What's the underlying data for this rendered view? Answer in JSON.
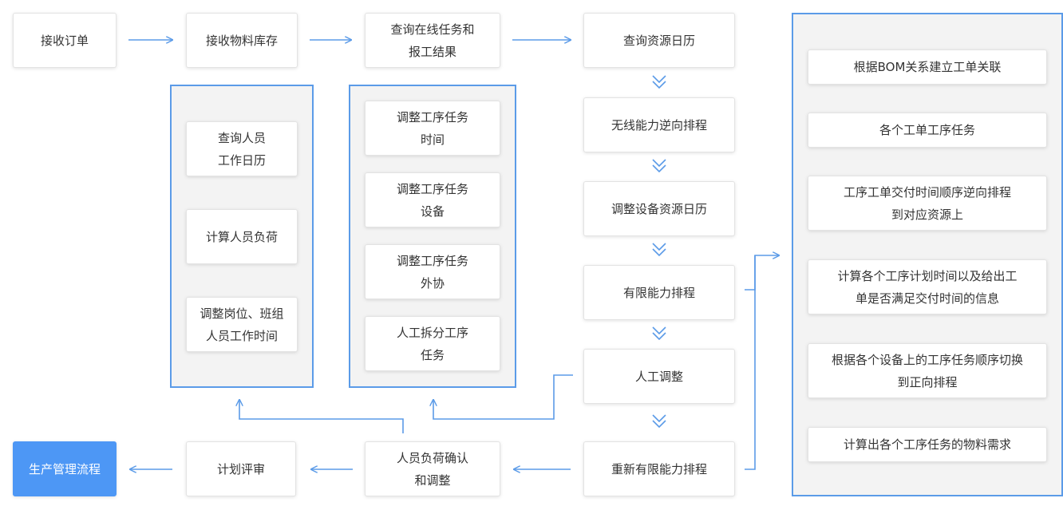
{
  "colors": {
    "accent": "#5b9be8",
    "final_fill": "#4d97f5",
    "panel_fill": "#f3f3f3"
  },
  "top_row": {
    "receive_order": "接收订单",
    "receive_inventory": "接收物料库存",
    "query_tasks": "查询在线任务和\n报工结果",
    "query_calendar": "查询资源日历"
  },
  "center_column": {
    "infinite_backward": "无线能力逆向排程",
    "adjust_device_calendar": "调整设备资源日历",
    "finite_schedule": "有限能力排程",
    "manual_adjust": "人工调整",
    "reschedule": "重新有限能力排程"
  },
  "people_panel": {
    "items": [
      "查询人员\n工作日历",
      "计算人员负荷",
      "调整岗位、班组\n人员工作时间"
    ]
  },
  "task_panel": {
    "items": [
      "调整工序任务\n时间",
      "调整工序任务\n设备",
      "调整工序任务\n外协",
      "人工拆分工序\n任务"
    ]
  },
  "right_panel": {
    "items": [
      "根据BOM关系建立工单关联",
      "各个工单工序任务",
      "工序工单交付时间顺序逆向排程\n到对应资源上",
      "计算各个工序计划时间以及给出工\n单是否满足交付时间的信息",
      "根据各个设备上的工序任务顺序切换\n到正向排程",
      "计算出各个工序任务的物料需求"
    ]
  },
  "bottom_row": {
    "confirm_load": "人员负荷确认\n和调整",
    "plan_review": "计划评审",
    "final": "生产管理流程"
  }
}
